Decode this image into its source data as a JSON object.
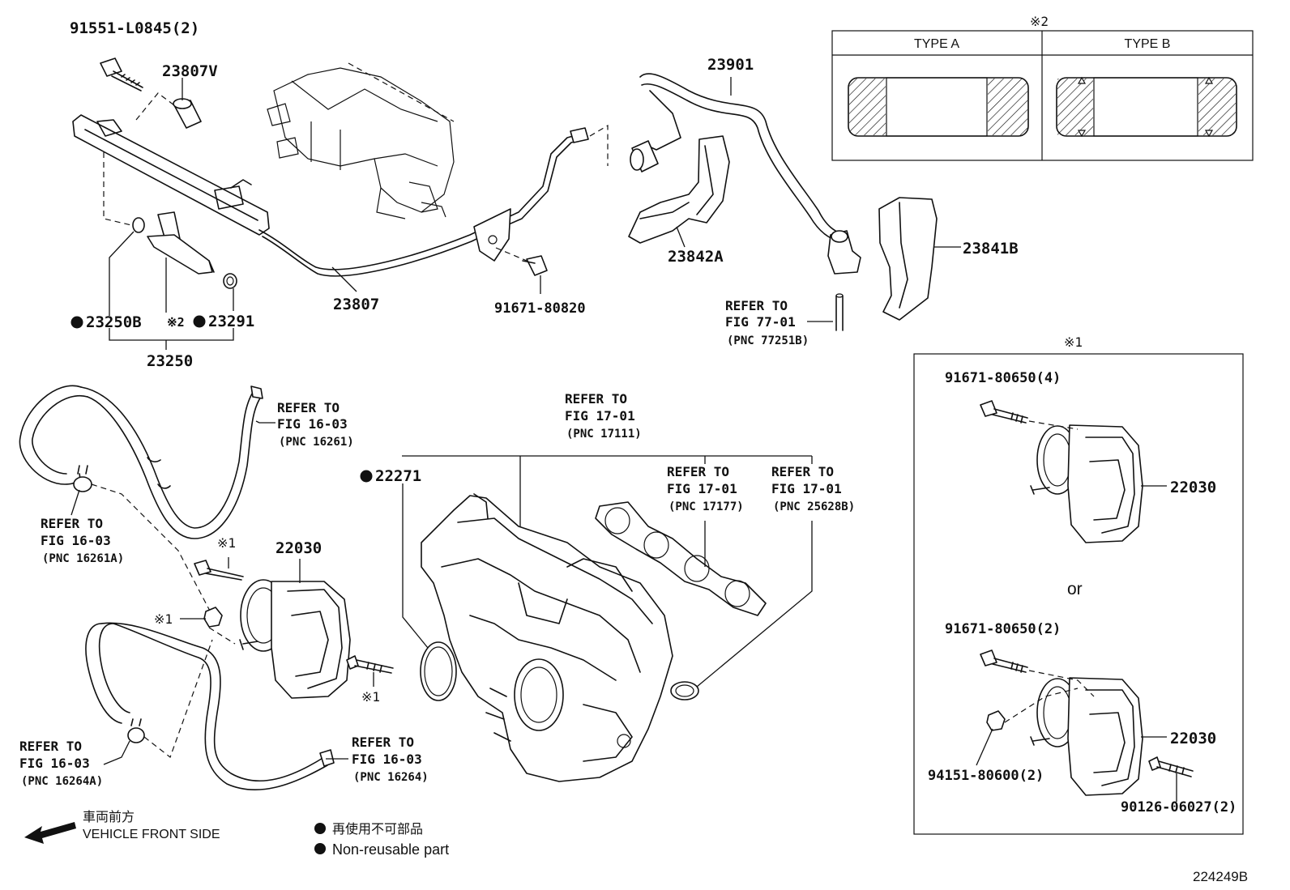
{
  "part_labels": {
    "p91551": "91551-L0845(2)",
    "p23807V": "23807V",
    "p23807": "23807",
    "p91671_80820": "91671-80820",
    "p23901": "23901",
    "p23842A": "23842A",
    "p23841B": "23841B",
    "p23250B": "23250B",
    "p23291": "23291",
    "p23250": "23250",
    "p22271": "22271",
    "p22030_main": "22030",
    "p22030_a": "22030",
    "p22030_b": "22030",
    "p91671_80650_4": "91671-80650(4)",
    "p91671_80650_2": "91671-80650(2)",
    "p94151": "94151-80600(2)",
    "p90126": "90126-06027(2)"
  },
  "refer_notes": {
    "fig77": {
      "line1": "REFER TO",
      "line2": "FIG 77-01",
      "pnc": "(PNC 77251B)"
    },
    "fig16_16261": {
      "line1": "REFER TO",
      "line2": "FIG 16-03",
      "pnc": "(PNC 16261)"
    },
    "fig16_16261A": {
      "line1": "REFER TO",
      "line2": "FIG 16-03",
      "pnc": "(PNC 16261A)"
    },
    "fig17_17111": {
      "line1": "REFER TO",
      "line2": "FIG 17-01",
      "pnc": "(PNC 17111)"
    },
    "fig17_17177": {
      "line1": "REFER TO",
      "line2": "FIG 17-01",
      "pnc": "(PNC 17177)"
    },
    "fig17_25628B": {
      "line1": "REFER TO",
      "line2": "FIG 17-01",
      "pnc": "(PNC 25628B)"
    },
    "fig16_16264A": {
      "line1": "REFER TO",
      "line2": "FIG 16-03",
      "pnc": "(PNC 16264A)"
    },
    "fig16_16264": {
      "line1": "REFER TO",
      "line2": "FIG 16-03",
      "pnc": "(PNC 16264)"
    }
  },
  "marks": {
    "note1": "※1",
    "note2": "※2",
    "note2_inline": "※2"
  },
  "type_table": {
    "col_a": "TYPE A",
    "col_b": "TYPE B"
  },
  "or_text": "or",
  "legend": {
    "front_jp": "車両前方",
    "front_en": "VEHICLE FRONT SIDE",
    "nonreuse_jp": "再使用不可部品",
    "nonreuse_en": "Non-reusable part"
  },
  "figure_id": "224249B"
}
